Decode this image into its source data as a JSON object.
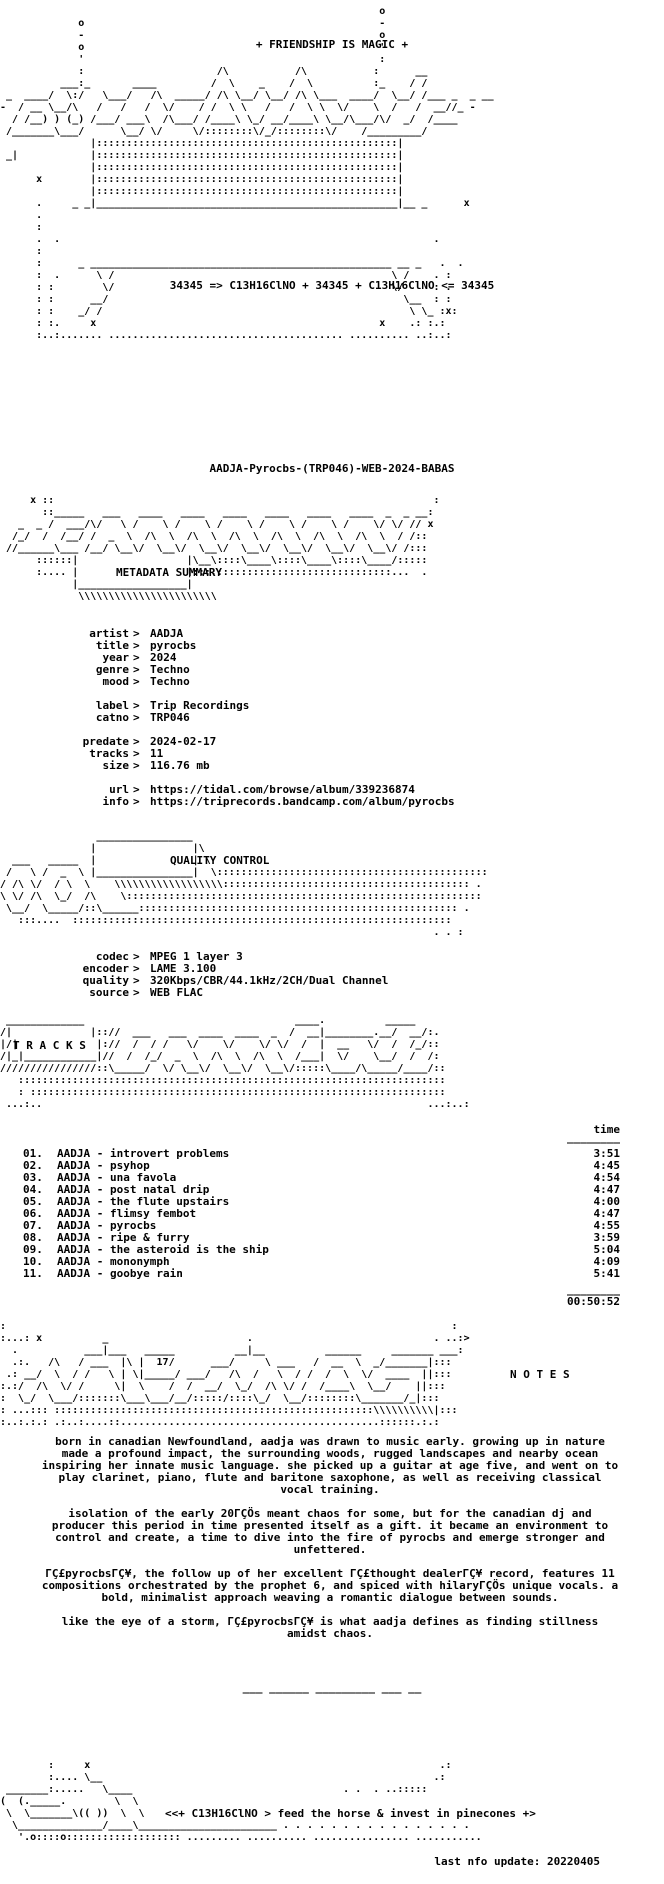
{
  "header": {
    "slogan": "+ FRIENDSHIP IS MAGIC +",
    "formula": "34345 => C13H16ClNO + 34345 + C13H16ClNO <= 34345"
  },
  "release": {
    "name": "AADJA-Pyrocbs-(TRP046)-WEB-2024-BABAS"
  },
  "metadata": {
    "section_title": "METADATA SUMMARY",
    "rows": [
      {
        "key": "artist",
        "value": "AADJA"
      },
      {
        "key": "title",
        "value": "pyrocbs"
      },
      {
        "key": "year",
        "value": "2024"
      },
      {
        "key": "genre",
        "value": "Techno"
      },
      {
        "key": "mood",
        "value": "Techno"
      },
      {
        "key": "",
        "value": ""
      },
      {
        "key": "label",
        "value": "Trip Recordings"
      },
      {
        "key": "catno",
        "value": "TRP046"
      },
      {
        "key": "",
        "value": ""
      },
      {
        "key": "predate",
        "value": "2024-02-17"
      },
      {
        "key": "tracks",
        "value": "11"
      },
      {
        "key": "size",
        "value": "116.76 mb"
      },
      {
        "key": "",
        "value": ""
      },
      {
        "key": "url",
        "value": "https://tidal.com/browse/album/339236874"
      },
      {
        "key": "info",
        "value": "https://triprecords.bandcamp.com/album/pyrocbs"
      }
    ]
  },
  "quality": {
    "section_title": "QUALITY CONTROL",
    "rows": [
      {
        "key": "codec",
        "value": "MPEG 1 layer 3"
      },
      {
        "key": "encoder",
        "value": "LAME 3.100"
      },
      {
        "key": "quality",
        "value": "320Kbps/CBR/44.1kHz/2CH/Dual Channel"
      },
      {
        "key": "source",
        "value": "WEB FLAC"
      }
    ]
  },
  "tracklist": {
    "section_title": "T R A C K S",
    "time_header": "time",
    "items": [
      {
        "num": "01.",
        "title": "AADJA - introvert problems",
        "time": "3:51"
      },
      {
        "num": "02.",
        "title": "AADJA - psyhop",
        "time": "4:45"
      },
      {
        "num": "03.",
        "title": "AADJA - una favola",
        "time": "4:54"
      },
      {
        "num": "04.",
        "title": "AADJA - post natal drip",
        "time": "4:47"
      },
      {
        "num": "05.",
        "title": "AADJA - the flute upstairs",
        "time": "4:00"
      },
      {
        "num": "06.",
        "title": "AADJA - flimsy fembot",
        "time": "4:47"
      },
      {
        "num": "07.",
        "title": "AADJA - pyrocbs",
        "time": "4:55"
      },
      {
        "num": "08.",
        "title": "AADJA - ripe & furry",
        "time": "3:59"
      },
      {
        "num": "09.",
        "title": "AADJA - the asteroid is the ship",
        "time": "5:04"
      },
      {
        "num": "10.",
        "title": "AADJA - mononymph",
        "time": "4:09"
      },
      {
        "num": "11.",
        "title": "AADJA - goobye rain",
        "time": "5:41"
      }
    ],
    "total": "00:50:52"
  },
  "notes": {
    "section_title": "N O T E S",
    "paragraphs": [
      "born in canadian Newfoundland, aadja was drawn to music early. growing up in nature made a profound impact, the surrounding woods, rugged landscapes and nearby ocean inspiring her innate music language. she picked up a guitar at age five, and went on to play clarinet, piano, flute and baritone saxophone, as well as receiving classical vocal training.",
      "isolation of the early 20ΓÇÖs meant chaos for some, but for the canadian dj and producer this period in time presented itself as a gift. it became an environment to control and create, a time to dive into the fire of pyrocbs and emerge stronger and unfettered.",
      "ΓÇ£pyrocbsΓÇ¥, the follow up of her excellent ΓÇ£thought dealerΓÇ¥ record, features 11 compositions orchestrated by the prophet 6, and spiced with hilaryΓÇÖs unique vocals. a bold, minimalist approach weaving a romantic dialogue between sounds.",
      "like the eye of a storm, ΓÇ£pyrocbsΓÇ¥ is what aadja defines as finding stillness amidst chaos."
    ],
    "divider": "___ ______ _________ ___ __"
  },
  "footer": {
    "slogan": "<<+ C13H16ClNO > feed the horse & invest in pinecones +>",
    "last_update": "last nfo update: 20220405"
  }
}
